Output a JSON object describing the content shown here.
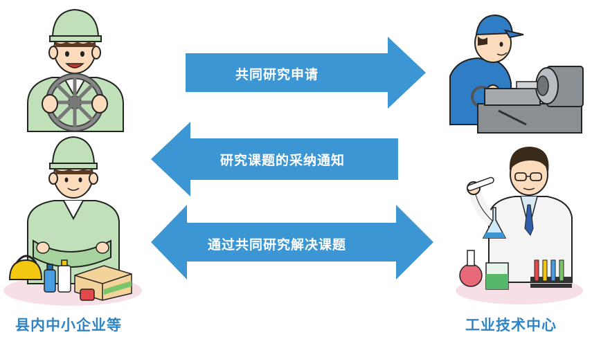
{
  "arrows": [
    {
      "label": "共同研究申请",
      "direction": "right"
    },
    {
      "label": "研究课题的采纳通知",
      "direction": "left"
    },
    {
      "label": "通过共同研究解决课题",
      "direction": "both"
    }
  ],
  "parties": {
    "left_caption": "县内中小企业等",
    "right_caption": "工业技术中心"
  },
  "colors": {
    "arrow": "#3d96d4",
    "caption": "#2f84c6",
    "uniform_green": "#bfe0b9",
    "uniform_blue": "#2f7dc4",
    "coat_white": "#f4f4f4"
  },
  "icons": [
    "worker-with-wheel-icon",
    "machinist-lathe-icon",
    "worker-arms-crossed-icon",
    "scientist-lab-icon"
  ]
}
